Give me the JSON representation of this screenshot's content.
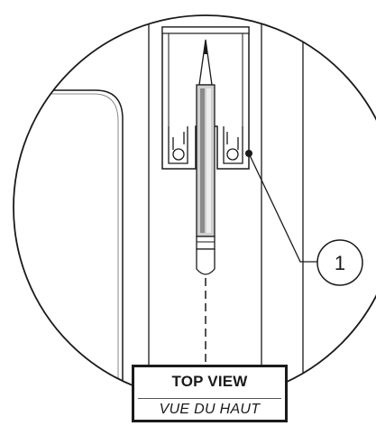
{
  "callout": {
    "number": "1"
  },
  "caption": {
    "primary": "TOP VIEW",
    "secondary": "VUE DU HAUT"
  }
}
